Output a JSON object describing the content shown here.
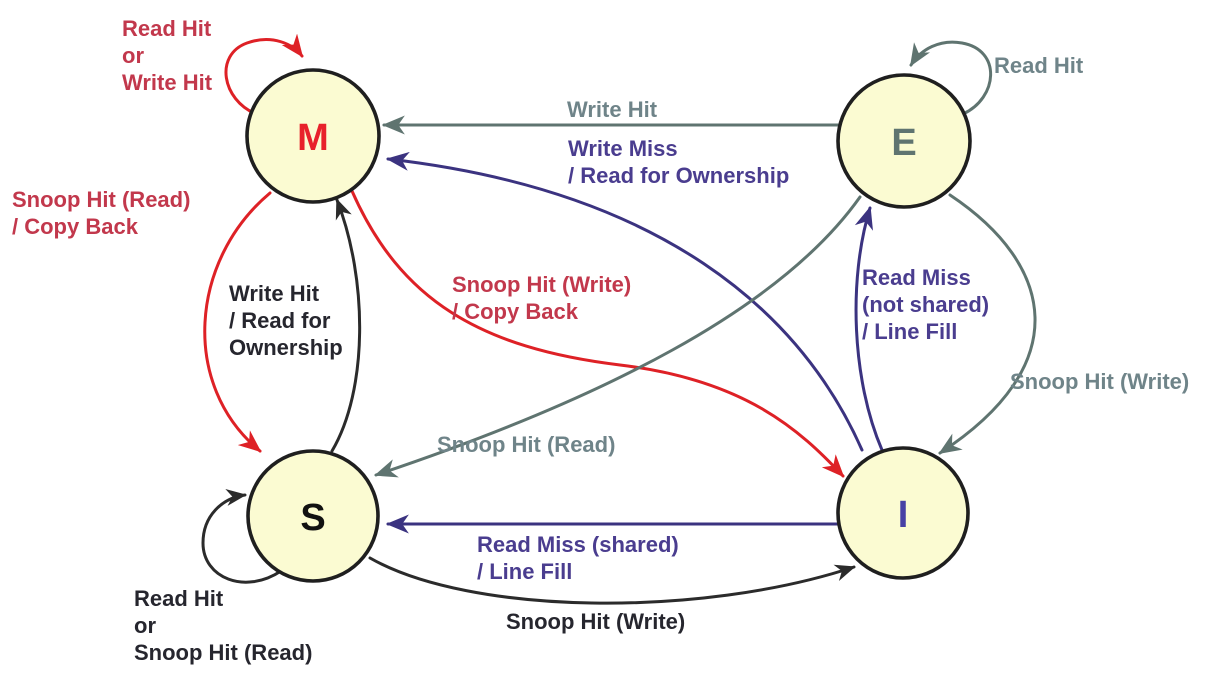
{
  "diagram_title": "MESI cache coherence protocol state diagram",
  "colors": {
    "node_fill": "#FBFBD2",
    "node_stroke": "#1F1F1F",
    "red_arrow": "#DE2126",
    "red_label": "#C2384C",
    "gray_arrow": "#5F7470",
    "gray_label": "#6F8489",
    "purple_arrow": "#3B3380",
    "purple_label": "#4A3D8F",
    "black_arrow": "#2B2B2B",
    "black_label": "#26262E",
    "letter_m": "#E8212B",
    "letter_e": "#5F7470",
    "letter_s": "#111111",
    "letter_i": "#4741A5"
  },
  "states": [
    {
      "id": "modified",
      "label": "M"
    },
    {
      "id": "exclusive",
      "label": "E"
    },
    {
      "id": "shared",
      "label": "S"
    },
    {
      "id": "invalid",
      "label": "I"
    }
  ],
  "transitions": [
    {
      "from": "M",
      "to": "M",
      "event": "Read Hit\nor\nWrite Hit"
    },
    {
      "from": "E",
      "to": "M",
      "event": "Write Hit"
    },
    {
      "from": "I",
      "to": "M",
      "event": "Write Miss\n/ Read for Ownership"
    },
    {
      "from": "E",
      "to": "E",
      "event": "Read Hit"
    },
    {
      "from": "M",
      "to": "S",
      "event": "Snoop Hit (Read)\n/ Copy Back"
    },
    {
      "from": "S",
      "to": "M",
      "event": "Write Hit\n/ Read for\nOwnership"
    },
    {
      "from": "M",
      "to": "I",
      "event": "Snoop Hit (Write)\n/ Copy Back"
    },
    {
      "from": "E",
      "to": "S",
      "event": "Snoop Hit (Read)"
    },
    {
      "from": "I",
      "to": "E",
      "event": "Read Miss\n(not shared)\n/ Line Fill"
    },
    {
      "from": "E",
      "to": "I",
      "event": "Snoop Hit (Write)"
    },
    {
      "from": "I",
      "to": "S",
      "event": "Read Miss (shared)\n/ Line Fill"
    },
    {
      "from": "S",
      "to": "I",
      "event": "Snoop Hit (Write)"
    },
    {
      "from": "S",
      "to": "S",
      "event": "Read Hit\nor\nSnoop Hit (Read)"
    }
  ]
}
